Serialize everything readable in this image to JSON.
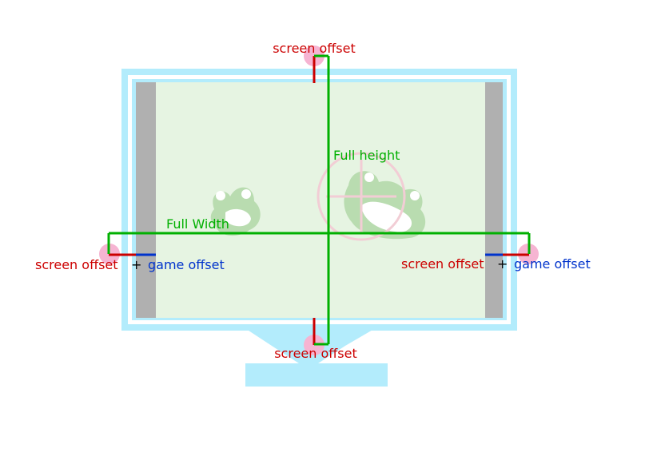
{
  "labels": {
    "top_screen_offset": "screen offset",
    "bottom_screen_offset": "screen offset",
    "full_height": "Full height",
    "full_width": "Full Width",
    "left_screen_offset": "screen offset",
    "left_plus": "+",
    "left_game_offset": "game offset",
    "right_screen_offset": "screen offset",
    "right_plus": "+",
    "right_game_offset": "game offset"
  },
  "colors": {
    "monitor_frame": "#b3ecfc",
    "screen_area": "#e6f4e2",
    "letterbox_bar": "#b0b0b0",
    "screen_offset": "#cc0000",
    "game_offset": "#0033cc",
    "full_dimension": "#00b000",
    "offset_marker": "#f6b4d2",
    "plus_sign": "#000000",
    "game_art": "#b9dcb0",
    "crosshair": "#f2cdd5"
  }
}
